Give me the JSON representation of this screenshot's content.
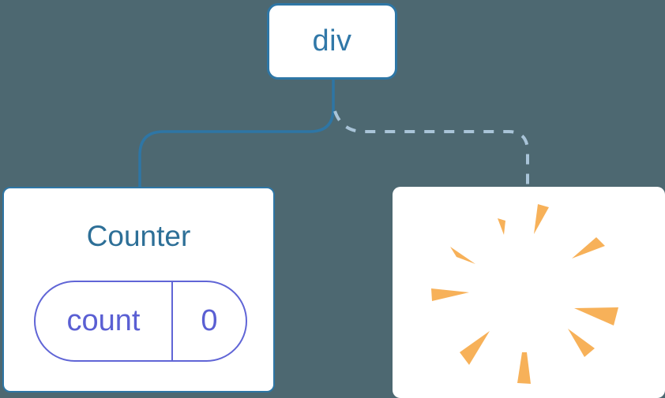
{
  "colors": {
    "background": "#4d6871",
    "node_border": "#2e76a5",
    "solid_line": "#2e76a5",
    "dashed_line": "#a9c4d8",
    "div_text": "#3178a8",
    "counter_title": "#2d6f97",
    "state_accent": "#5a5fd3",
    "state_border": "#6065d6",
    "poof": "#f7b159",
    "card_bg": "#ffffff"
  },
  "diagram": {
    "root_node": {
      "label": "div"
    },
    "counter_card": {
      "title": "Counter",
      "state": {
        "name": "count",
        "value": "0"
      }
    },
    "removed_card": {
      "icon": "poof-explosion-icon"
    },
    "connectors": {
      "kept_child": "solid",
      "removed_child": "dashed"
    }
  }
}
